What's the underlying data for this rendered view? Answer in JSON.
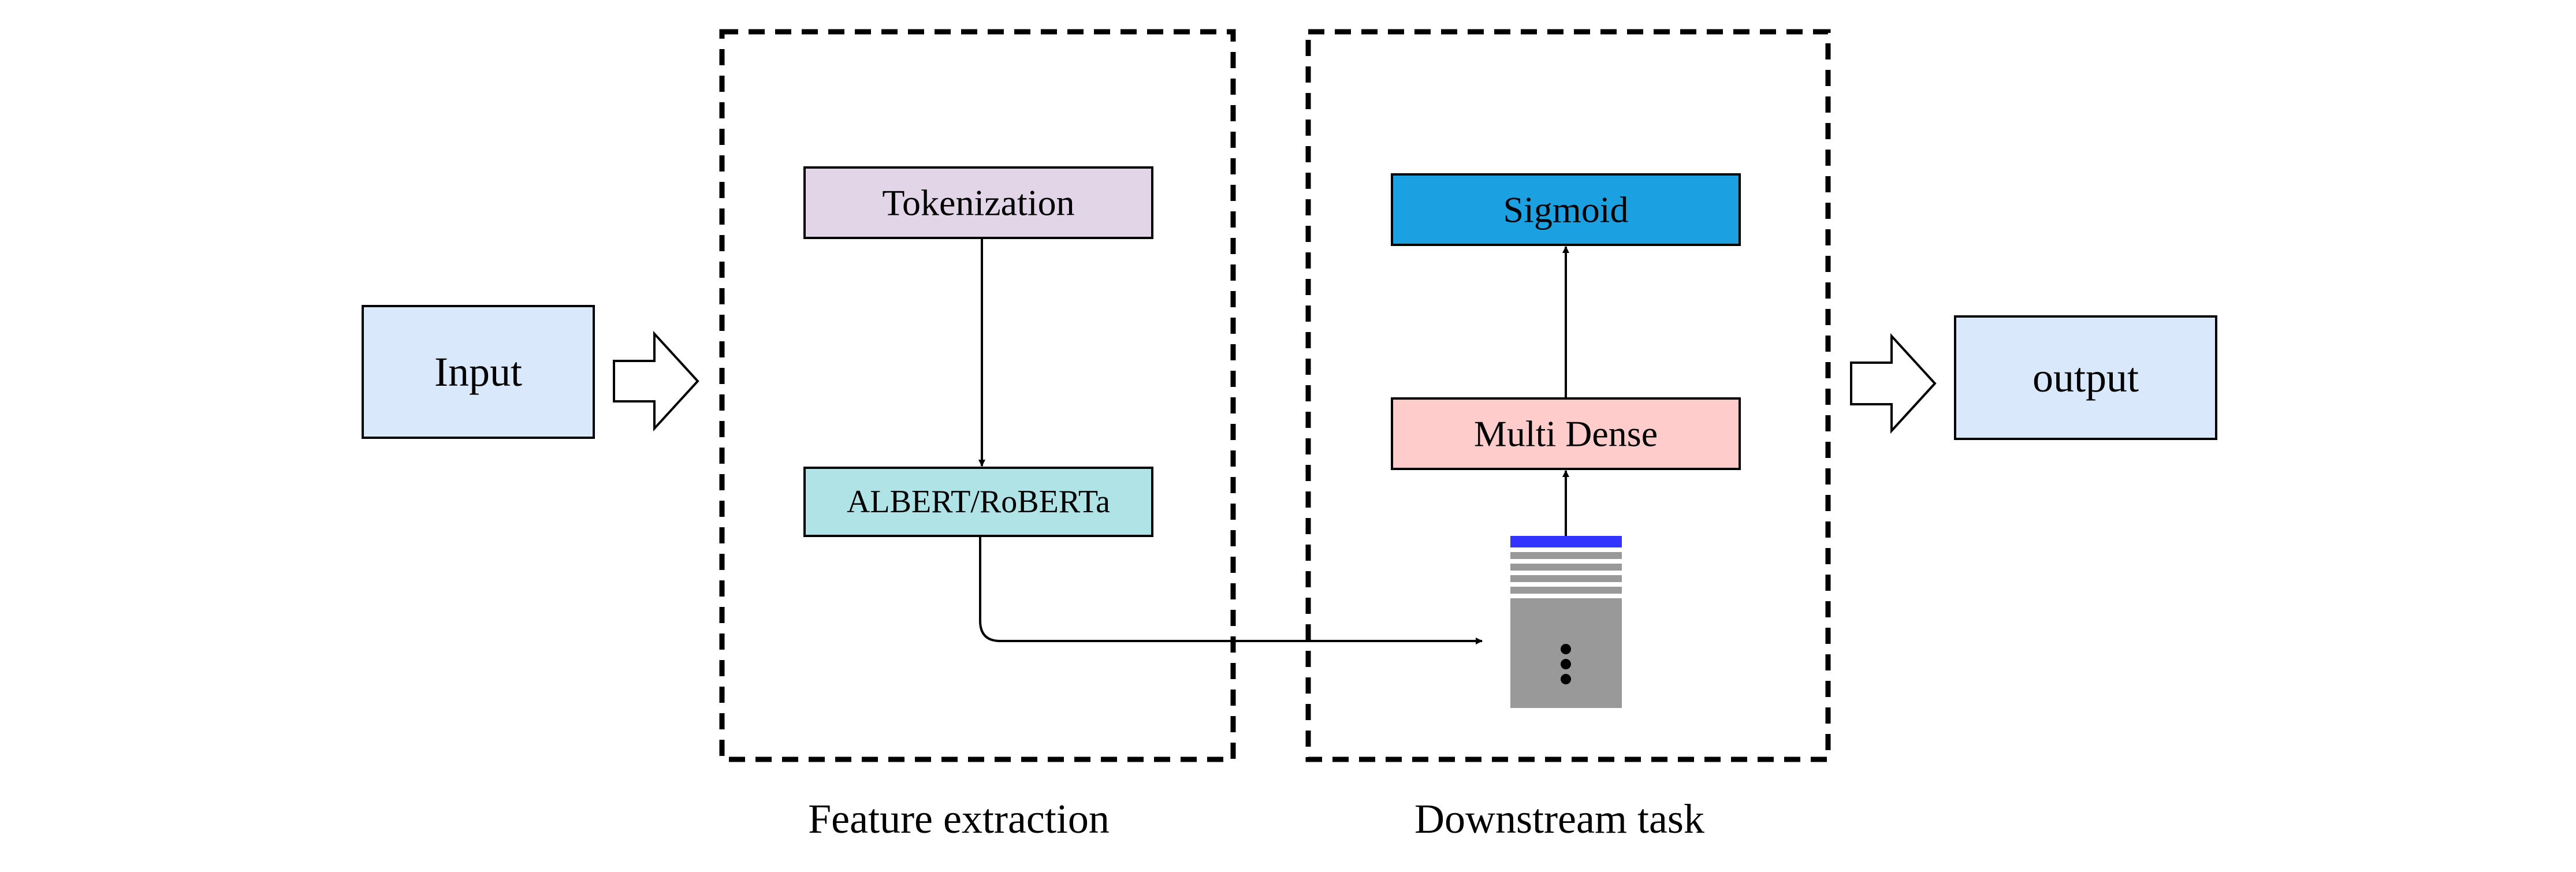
{
  "nodes": {
    "input": {
      "label": "Input",
      "fill": "#dae8fc"
    },
    "tokenization": {
      "label": "Tokenization",
      "fill": "#e1d5e7"
    },
    "encoder": {
      "label": "ALBERT/RoBERTa",
      "fill": "#b0e3e6"
    },
    "sigmoid": {
      "label": "Sigmoid",
      "fill": "#1ba1e2"
    },
    "multi_dense": {
      "label": "Multi Dense",
      "fill": "#ffcccc"
    },
    "output": {
      "label": "output",
      "fill": "#dae8fc"
    }
  },
  "groups": {
    "feature_extraction": {
      "label": "Feature extraction"
    },
    "downstream_task": {
      "label": "Downstream task"
    }
  },
  "embedding_stack": {
    "header_color": "#3333ff",
    "body_color": "#999999"
  }
}
